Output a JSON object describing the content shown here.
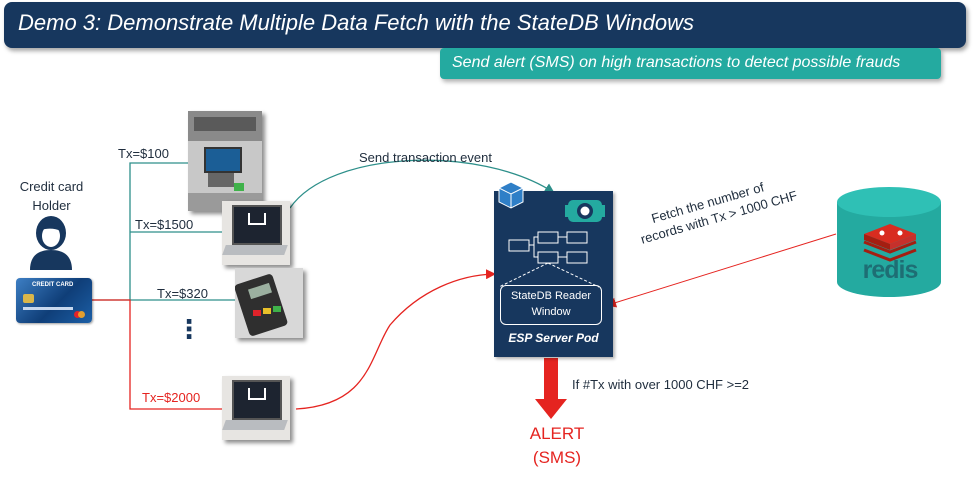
{
  "title": "Demo 3: Demonstrate  Multiple Data Fetch with the StateDB Windows",
  "subtitle": "Send alert (SMS) on high transactions to detect possible frauds",
  "holder": {
    "line1": "Credit card",
    "line2": "Holder",
    "card_text": "CREDIT CARD"
  },
  "transactions": [
    {
      "label": "Tx=$100",
      "color": "#2d8f8a"
    },
    {
      "label": "Tx=$1500",
      "color": "#2d8f8a"
    },
    {
      "label": "Tx=$320",
      "color": "#2d8f8a"
    },
    {
      "label": "Tx=$2000",
      "color": "#e52420"
    }
  ],
  "ellipsis": "⋮",
  "send_event": "Send transaction event",
  "pod": {
    "label": "ESP Server Pod",
    "window_line1": "StateDB  Reader",
    "window_line2": "Window"
  },
  "fetch": {
    "line1": "Fetch the number of",
    "line2": "records with Tx > 1000 CHF"
  },
  "redis": {
    "label": "redis",
    "color": "#1e6e74"
  },
  "condition": "If #Tx with over 1000 CHF >=2",
  "alert": {
    "line1": "ALERT",
    "line2": "(SMS)",
    "color": "#e52420"
  },
  "colors": {
    "navy": "#17375e",
    "teal": "#24aaa0",
    "red": "#e52420"
  },
  "icons": [
    "person-icon",
    "credit-card-icon",
    "atm-icon",
    "laptop-icon",
    "pos-terminal-icon",
    "cube-icon",
    "camera-icon",
    "redis-icon",
    "down-arrow-icon"
  ]
}
